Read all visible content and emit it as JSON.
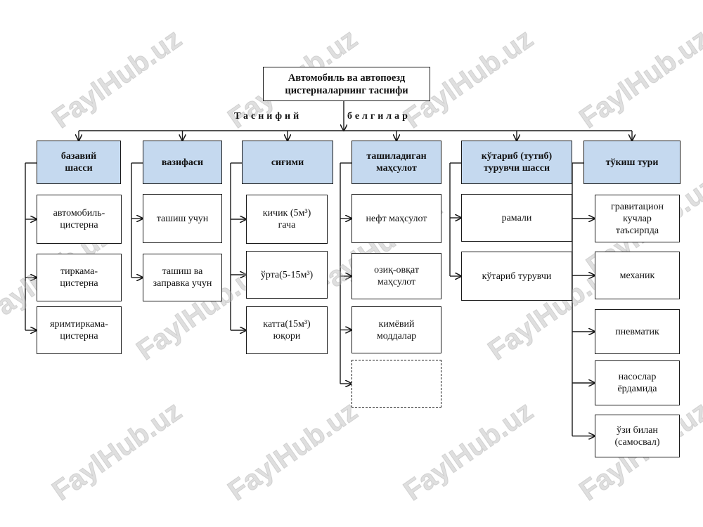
{
  "diagram": {
    "title": "Автомобиль ва автопоезд\nцистерналарнинг таснифи",
    "label_left": "Таснифий",
    "label_right": "белгилар",
    "watermark": "FaylHub.uz",
    "categories": [
      {
        "header": "базавий\nшасси",
        "items": [
          "автомобиль-\nцистерна",
          "тиркама-\nцистерна",
          "яримтиркама-\nцистерна"
        ]
      },
      {
        "header": "вазифаси",
        "items": [
          "ташиш учун",
          "ташиш ва\nзаправка учун"
        ]
      },
      {
        "header": "сиғими",
        "items": [
          "кичик (5м³)\nгача",
          "ўрта(5-15м³)",
          "катта(15м³)\nюқори"
        ]
      },
      {
        "header": "ташиладиган\nмаҳсулот",
        "items": [
          "нефт маҳсулот",
          "озиқ-овқат\nмаҳсулот",
          "кимёвий\nмоддалар",
          ""
        ]
      },
      {
        "header": "кўтариб (тутиб)\nтурувчи шасси",
        "items": [
          "рамали",
          "кўтариб турувчи"
        ]
      },
      {
        "header": "тўкиш тури",
        "items": [
          "гравитацион\nкучлар\nтаъсирпда",
          "механик",
          "пневматик",
          "насослар\nёрдамида",
          "ўзи билан\n(самосвал)"
        ]
      }
    ]
  }
}
